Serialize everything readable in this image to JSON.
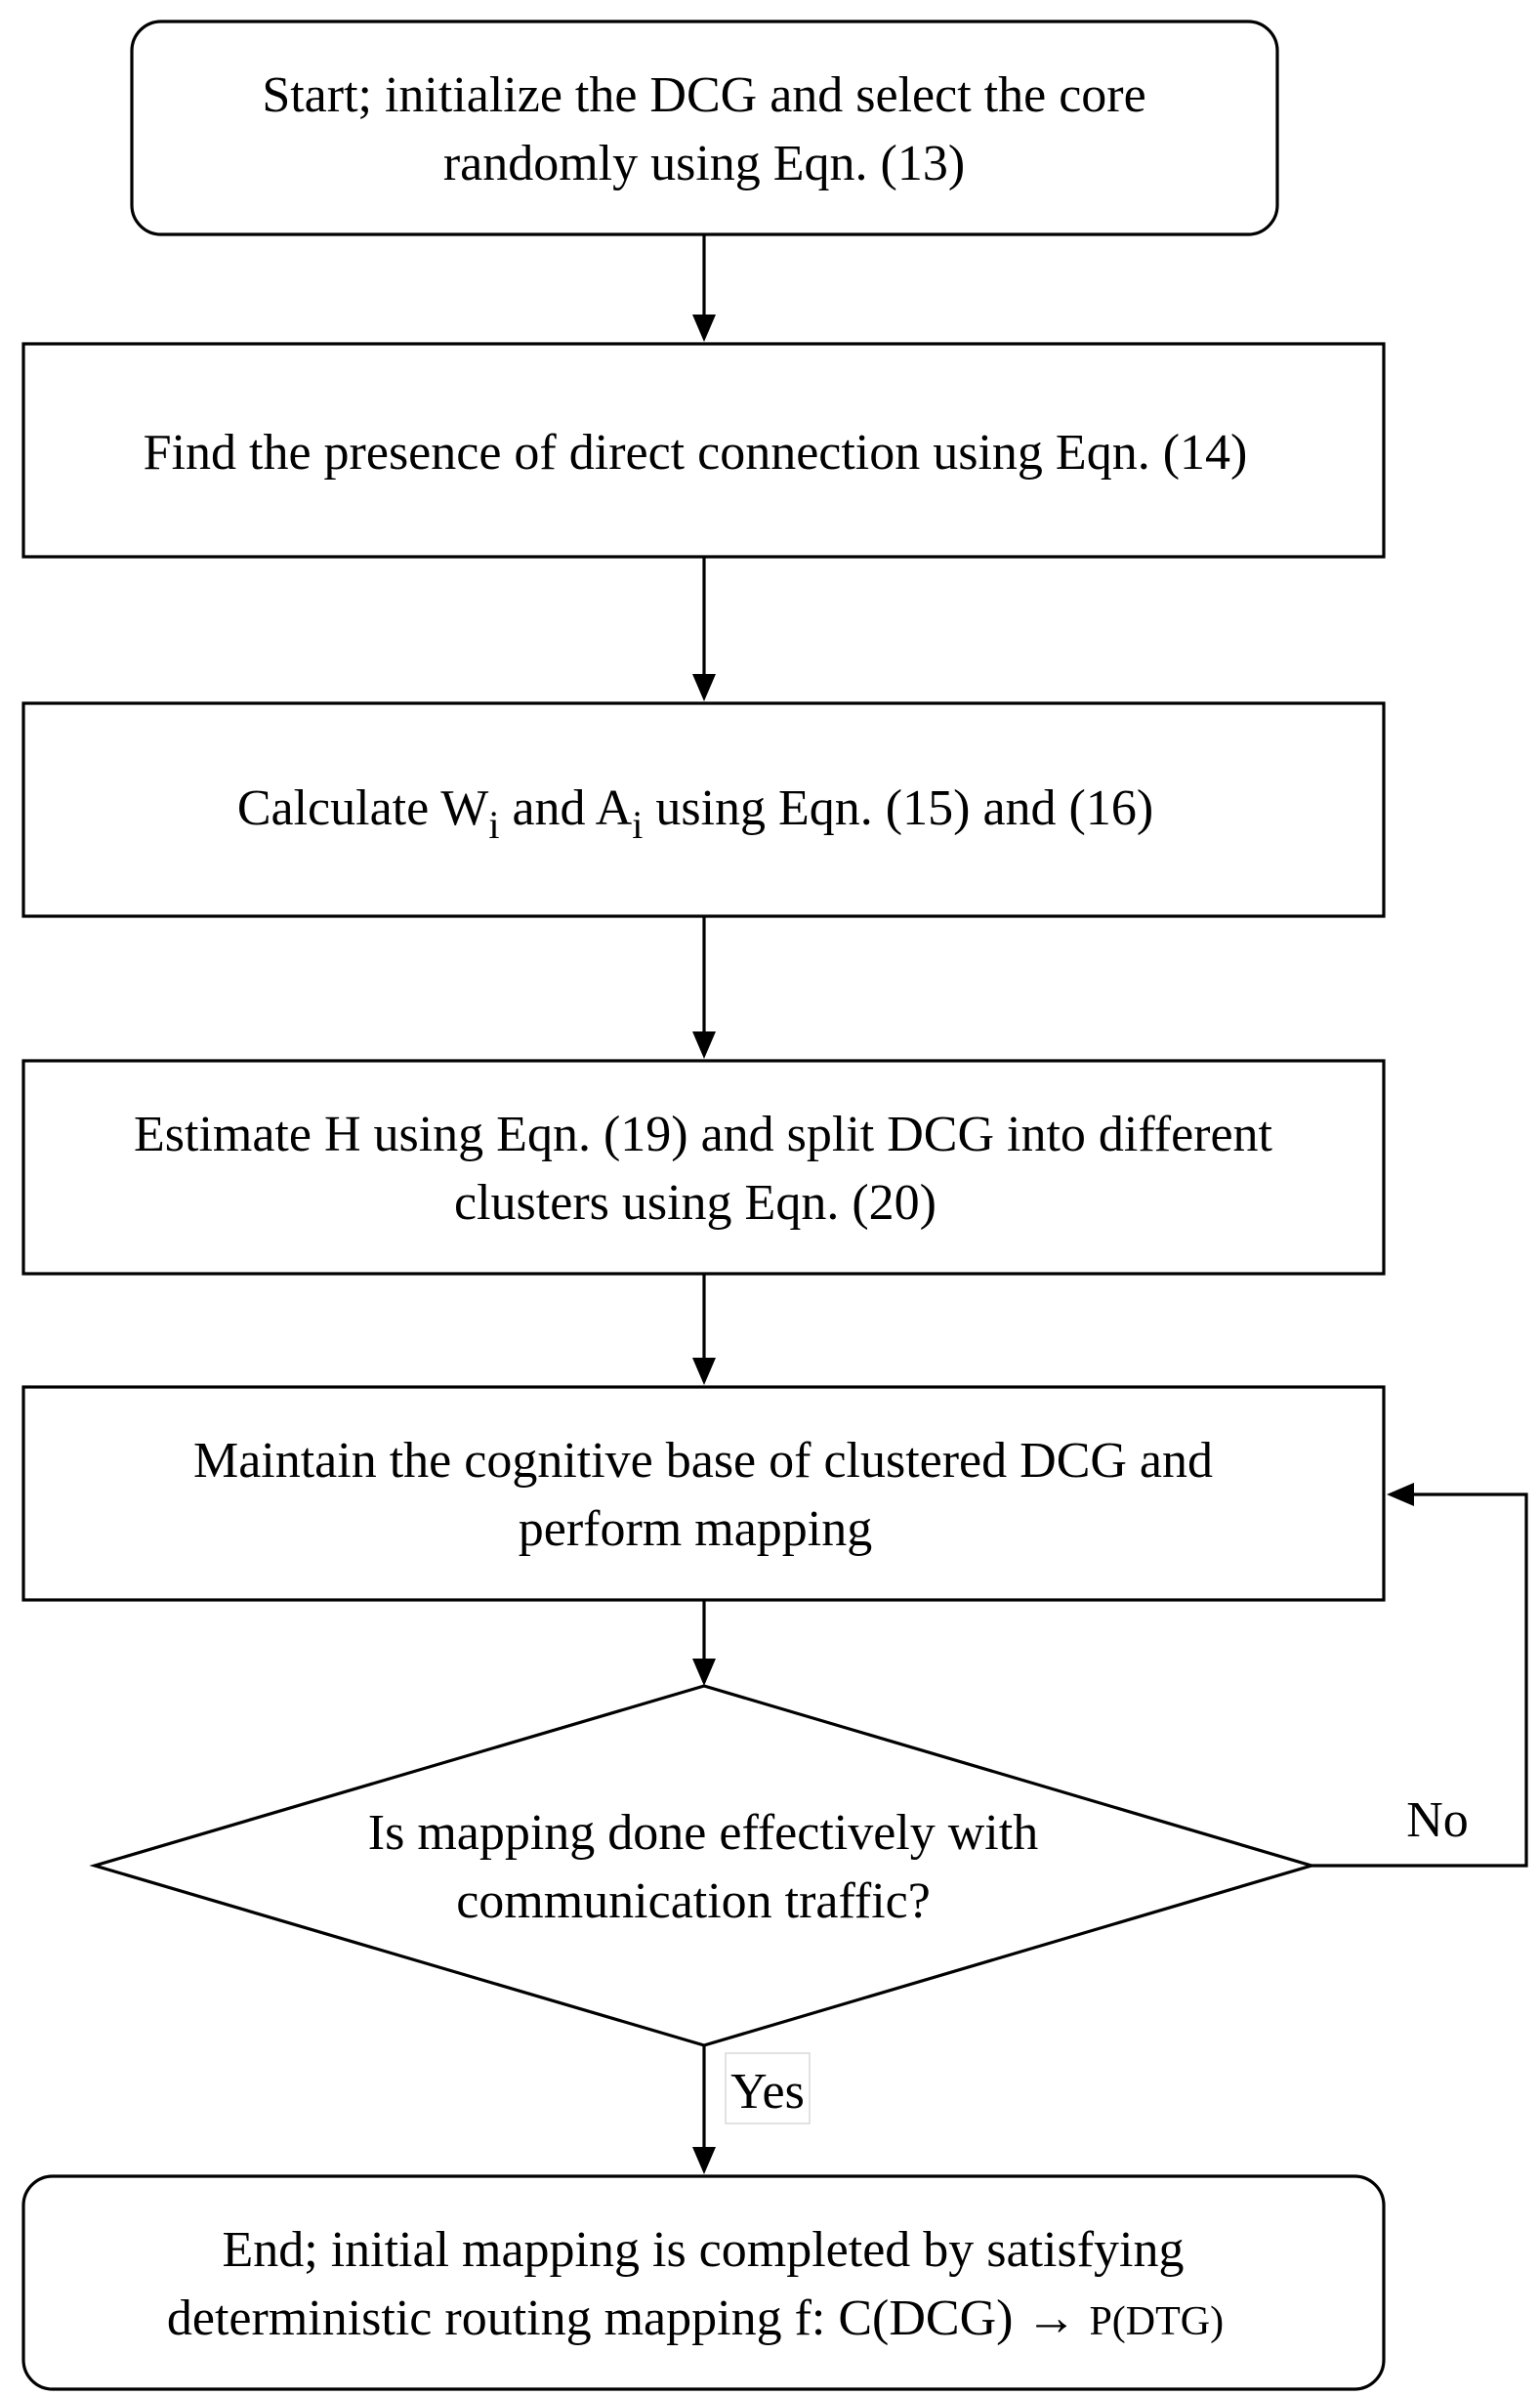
{
  "flowchart": {
    "start": {
      "line1": "Start; initialize the DCG and select the core",
      "line2": "randomly using Eqn. (13)"
    },
    "step_direct_connection": {
      "line1": "Find the presence of direct connection using Eqn. (14)"
    },
    "step_calculate": {
      "prefix": "Calculate W",
      "sub1": "i",
      "middle": " and A",
      "sub2": "i",
      "suffix": " using Eqn. (15) and (16)"
    },
    "step_estimate": {
      "line1": "Estimate H using Eqn. (19) and split DCG into different",
      "line2": "clusters using Eqn. (20)"
    },
    "step_maintain": {
      "line1": "Maintain the cognitive base of clustered DCG and",
      "line2": "perform mapping"
    },
    "decision": {
      "line1": "Is mapping done effectively with",
      "line2": "communication traffic?"
    },
    "edge_no_label": "No",
    "edge_yes_label": "Yes",
    "end": {
      "line1": "End; initial mapping is completed by satisfying",
      "line2_main": "deterministic routing mapping f: C(DCG) → ",
      "line2_small": "P(DTG)"
    }
  }
}
